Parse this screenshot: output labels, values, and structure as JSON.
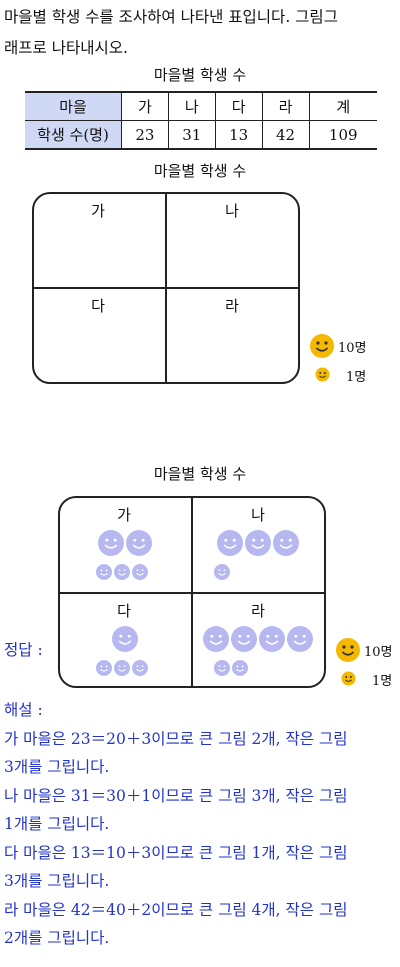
{
  "question": {
    "line1": "마을별 학생 수를 조사하여 나타낸 표입니다. 그림그",
    "line2": "래프로 나타내시오."
  },
  "table": {
    "title": "마을별 학생 수",
    "header": [
      "마을",
      "가",
      "나",
      "다",
      "라",
      "계"
    ],
    "row": [
      "학생 수(명)",
      "23",
      "31",
      "13",
      "42",
      "109"
    ]
  },
  "graph_title": "마을별 학생 수",
  "villages": [
    "가",
    "나",
    "다",
    "라"
  ],
  "legend": {
    "big": "10명",
    "small": "1명"
  },
  "answer_graph": {
    "title": "마을별 학생 수",
    "villages": [
      {
        "name": "가",
        "big": 2,
        "small": 3
      },
      {
        "name": "나",
        "big": 3,
        "small": 1
      },
      {
        "name": "다",
        "big": 1,
        "small": 3
      },
      {
        "name": "라",
        "big": 4,
        "small": 2
      }
    ]
  },
  "answer_label": "정답 :",
  "explanation": {
    "label": "해설 :",
    "lines": [
      "가 마을은 23＝20＋3이므로 큰 그림 2개, 작은 그림",
      "3개를 그립니다.",
      "나 마을은 31＝30＋1이므로 큰 그림 3개, 작은 그림",
      "1개를 그립니다.",
      "다 마을은 13＝10＋3이므로 큰 그림 1개, 작은 그림",
      "3개를 그립니다.",
      "라 마을은 42＝40＋2이므로 큰 그림 4개, 작은 그림",
      "2개를 그립니다."
    ]
  },
  "colors": {
    "header_fill": "#cfd8f4",
    "face_answer": "#b8b8f0",
    "face_legend": "#f5b800",
    "answer_text": "#2233cc"
  }
}
